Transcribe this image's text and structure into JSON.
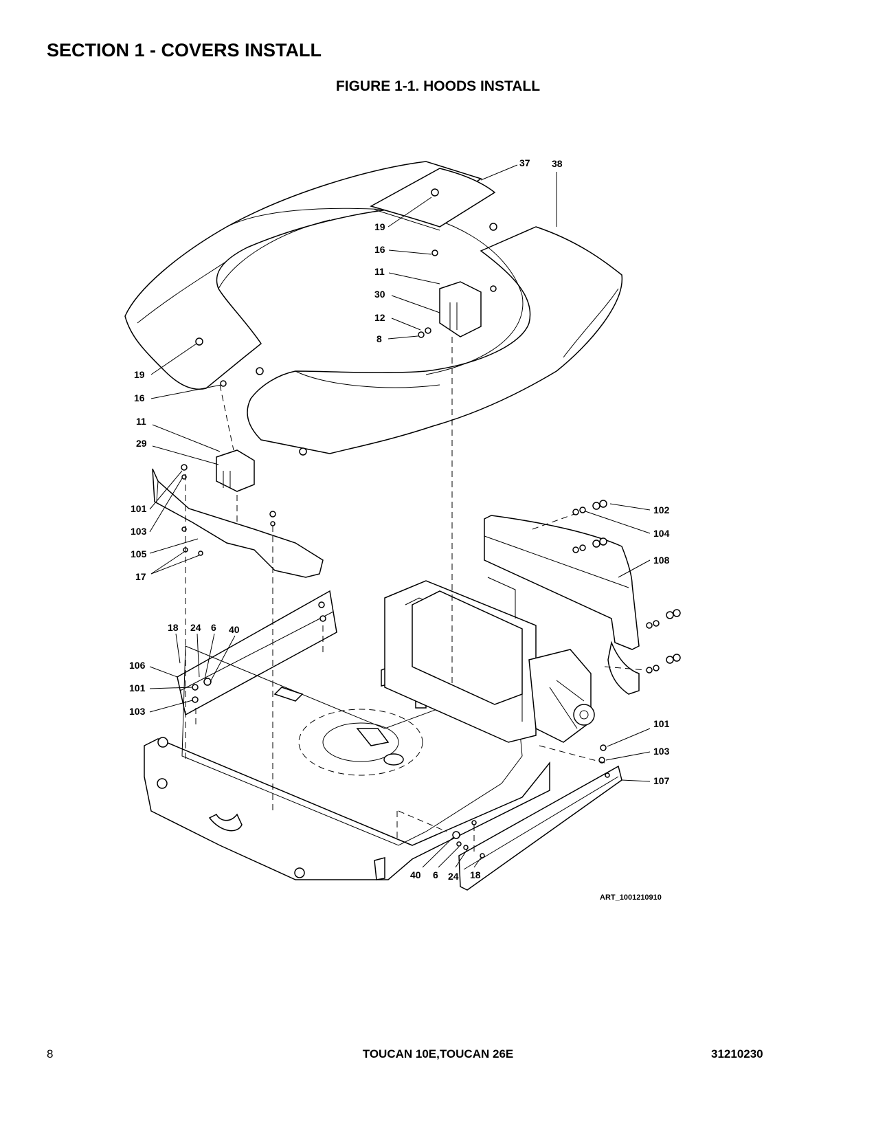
{
  "header": {
    "section_title": "SECTION 1 - COVERS INSTALL",
    "figure_title": "FIGURE 1-1.  HOODS INSTALL"
  },
  "callouts": {
    "c37": "37",
    "c38": "38",
    "c19a": "19",
    "c16a": "16",
    "c11a": "11",
    "c30": "30",
    "c12": "12",
    "c8": "8",
    "c19b": "19",
    "c16b": "16",
    "c11b": "11",
    "c29": "29",
    "c101a": "101",
    "c103a": "103",
    "c105": "105",
    "c17": "17",
    "c102": "102",
    "c104": "104",
    "c108": "108",
    "c18a": "18",
    "c24a": "24",
    "c6a": "6",
    "c40a": "40",
    "c106": "106",
    "c101b": "101",
    "c103b": "103",
    "c101c": "101",
    "c103c": "103",
    "c107": "107",
    "c40b": "40",
    "c6b": "6",
    "c24b": "24",
    "c18b": "18"
  },
  "art_number": "ART_1001210910",
  "footer": {
    "page_number": "8",
    "model": "TOUCAN 10E,TOUCAN 26E",
    "doc_number": "31210230"
  }
}
